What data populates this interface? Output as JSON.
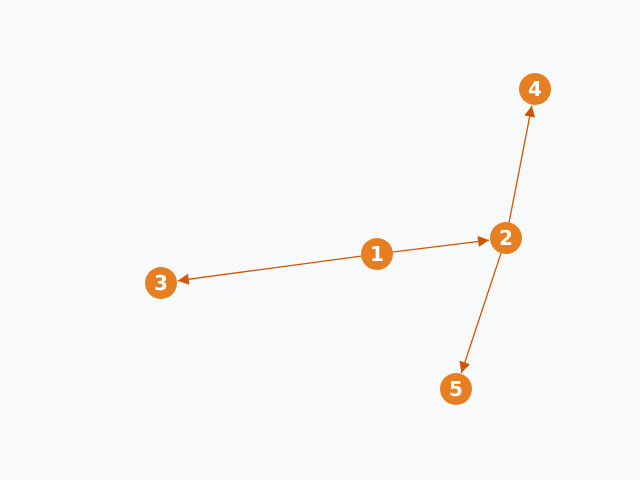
{
  "graph": {
    "colors": {
      "background": "#f8f9fa",
      "node_fill": "#e67e22",
      "edge": "#d35400",
      "label": "#ffffff"
    },
    "nodes": [
      {
        "id": "1",
        "label": "1"
      },
      {
        "id": "2",
        "label": "2"
      },
      {
        "id": "3",
        "label": "3"
      },
      {
        "id": "4",
        "label": "4"
      },
      {
        "id": "5",
        "label": "5"
      }
    ],
    "edges": [
      {
        "from": "1",
        "to": "2",
        "directed": true
      },
      {
        "from": "1",
        "to": "3",
        "directed": true
      },
      {
        "from": "2",
        "to": "4",
        "directed": true
      },
      {
        "from": "2",
        "to": "5",
        "directed": true
      }
    ]
  }
}
